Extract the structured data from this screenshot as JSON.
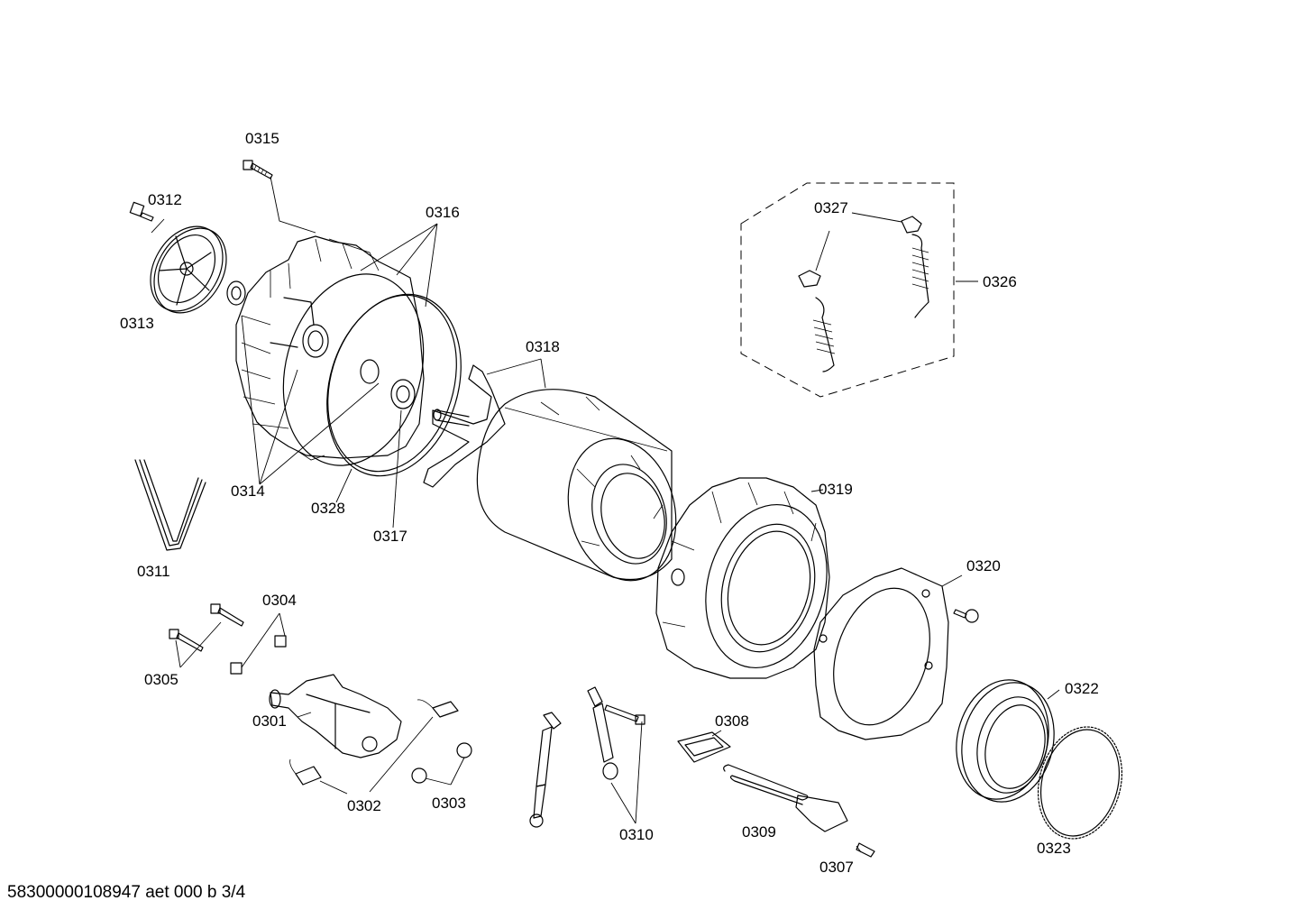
{
  "labels": {
    "p0301": "0301",
    "p0302": "0302",
    "p0303": "0303",
    "p0304": "0304",
    "p0305": "0305",
    "p0307": "0307",
    "p0308": "0308",
    "p0309": "0309",
    "p0310": "0310",
    "p0311": "0311",
    "p0312": "0312",
    "p0313": "0313",
    "p0314": "0314",
    "p0315": "0315",
    "p0316": "0316",
    "p0317": "0317",
    "p0318": "0318",
    "p0319": "0319",
    "p0320": "0320",
    "p0322": "0322",
    "p0323": "0323",
    "p0326": "0326",
    "p0327": "0327",
    "p0328": "0328"
  },
  "footer": "58300000108947 aet 000 b 3/4"
}
